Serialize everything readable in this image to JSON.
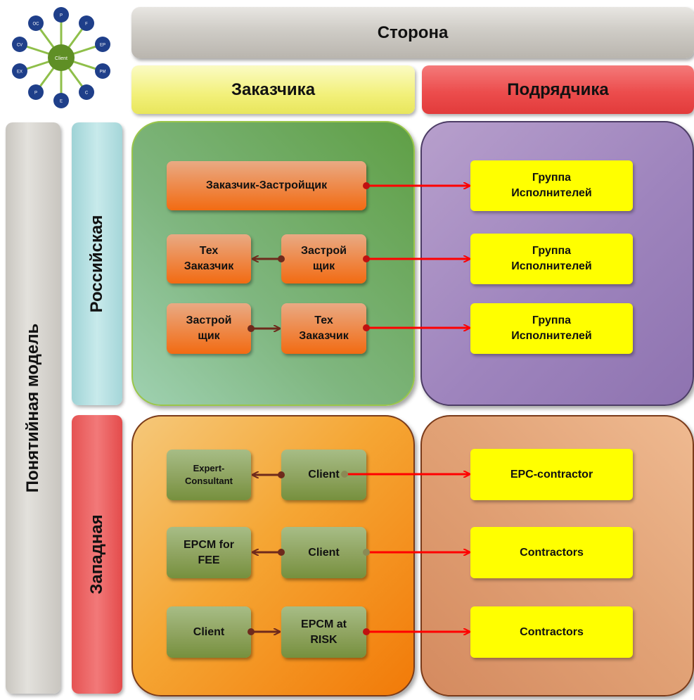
{
  "header": {
    "side_label": "Сторона",
    "customer_label": "Заказчика",
    "contractor_label": "Подрядчика"
  },
  "rows": {
    "concept_model_label": "Понятийная  модель",
    "russian_label": "Российская",
    "western_label": "Западная"
  },
  "russian": {
    "left": {
      "row1": "Заказчик-Застройщик",
      "row2_a": "Тех\nЗаказчик",
      "row2_b": "Застрой\nщик",
      "row3_a": "Застрой\nщик",
      "row3_b": "Тех\nЗаказчик"
    },
    "right": {
      "row1": "Группа\nИсполнителей",
      "row2": "Группа\nИсполнителей",
      "row3": "Группа\nИсполнителей"
    }
  },
  "western": {
    "left": {
      "row1_a": "Expert-\nConsultant",
      "row1_b": "Client",
      "row2_a": "EPCM for\nFEE",
      "row2_b": "Client",
      "row3_a": "Client",
      "row3_b": "EPCM at\nRISK"
    },
    "right": {
      "row1": "EPC-contractor",
      "row2": "Contractors",
      "row3": "Contractors"
    }
  },
  "logo": {
    "center_text": "Client",
    "nodes": [
      "P",
      "F",
      "EP",
      "PM",
      "C",
      "E",
      "P",
      "EX",
      "CV",
      "OC"
    ]
  },
  "colors": {
    "connector_red": "#ff0000",
    "connector_brown": "#6e2a1c",
    "contractor_yellow": "#ffff00"
  }
}
